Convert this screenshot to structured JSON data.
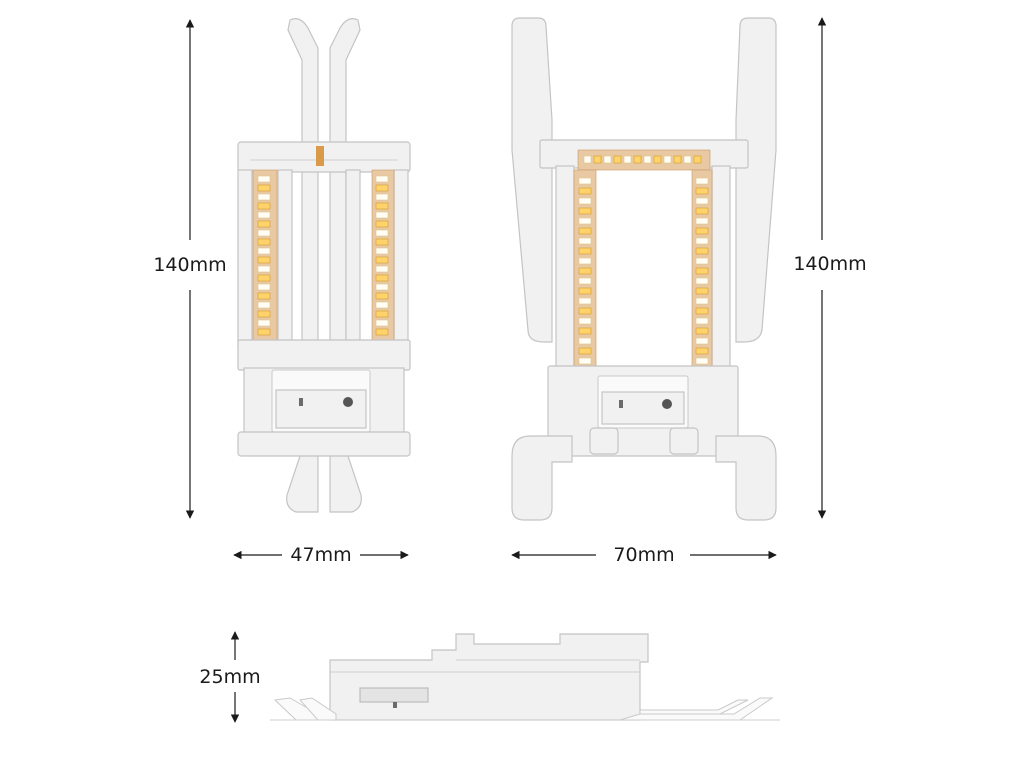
{
  "dimensions": {
    "left_height": "140mm",
    "right_height": "140mm",
    "left_width": "47mm",
    "right_width": "70mm",
    "side_height": "25mm"
  },
  "colors": {
    "plastic": "#f1f1f1",
    "outline": "#c4c4c4",
    "led_warm": "#ffd36b",
    "led_cool": "#fffdf4",
    "strip": "#e9c9a3",
    "dimension_line": "#1a1a1a"
  }
}
